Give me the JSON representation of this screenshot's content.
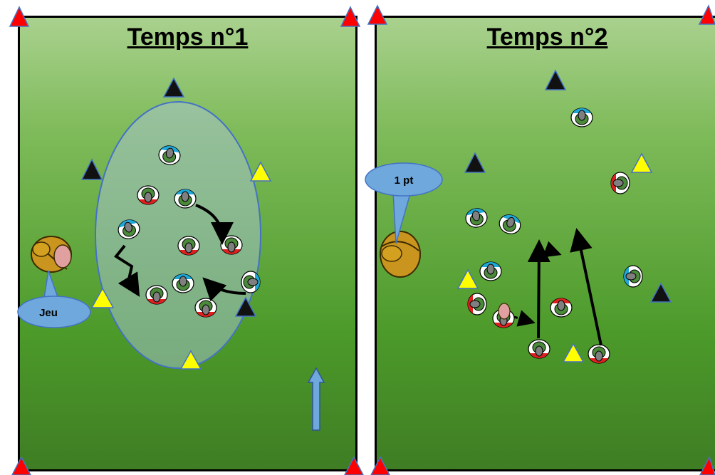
{
  "panels": [
    {
      "title": "Temps n°1"
    },
    {
      "title": "Temps n°2"
    }
  ],
  "labels": {
    "jeu": "Jeu",
    "one_point": "1 pt"
  },
  "colors": {
    "field_top": "#a9d18e",
    "field_bottom": "#3f7d24",
    "cone_red": "#ff0000",
    "cone_black": "#111111",
    "cone_yellow": "#ffff00",
    "cone_border": "#4472c4",
    "bubble": "#6fa8dc",
    "ball": "#c9951f",
    "zone": "#a9c4d8",
    "team_blue": "#1ea8d8",
    "team_red": "#e02020",
    "arrow_up": "#6fa8dc"
  }
}
